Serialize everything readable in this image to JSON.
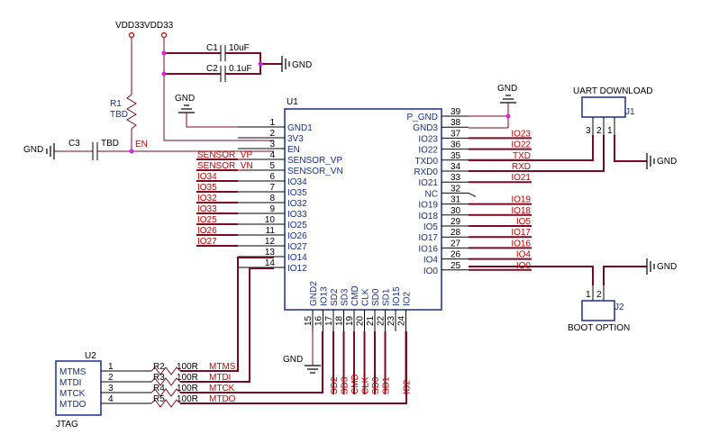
{
  "power": {
    "vdd_1": "VDD33",
    "vdd_2": "VDD33",
    "gnd": "GND"
  },
  "nets": {
    "en": "EN"
  },
  "components": {
    "r1": {
      "ref": "R1",
      "value": "TBD"
    },
    "c1": {
      "ref": "C1",
      "value": "10uF"
    },
    "c2": {
      "ref": "C2",
      "value": "0.1uF"
    },
    "c3": {
      "ref": "C3",
      "value": "TBD"
    },
    "u1": {
      "ref": "U1"
    },
    "j1": {
      "ref": "J1",
      "title": "UART DOWNLOAD",
      "pins": [
        "3",
        "2",
        "1"
      ]
    },
    "j2": {
      "ref": "J2",
      "title": "BOOT OPTION",
      "pins": [
        "1",
        "2"
      ]
    },
    "u2": {
      "ref": "U2",
      "title": "JTAG"
    }
  },
  "u1_left_pins": [
    {
      "num": "1",
      "name": "GND1",
      "net": ""
    },
    {
      "num": "2",
      "name": "3V3",
      "net": ""
    },
    {
      "num": "3",
      "name": "EN",
      "net": ""
    },
    {
      "num": "4",
      "name": "SENSOR_VP",
      "net": "SENSOR_VP"
    },
    {
      "num": "5",
      "name": "SENSOR_VN",
      "net": "SENSOR_VN"
    },
    {
      "num": "6",
      "name": "IO34",
      "net": "IO34"
    },
    {
      "num": "7",
      "name": "IO35",
      "net": "IO35"
    },
    {
      "num": "8",
      "name": "IO32",
      "net": "IO32"
    },
    {
      "num": "9",
      "name": "IO33",
      "net": "IO33"
    },
    {
      "num": "10",
      "name": "IO25",
      "net": "IO25"
    },
    {
      "num": "11",
      "name": "IO26",
      "net": "IO26"
    },
    {
      "num": "12",
      "name": "IO27",
      "net": "IO27"
    },
    {
      "num": "13",
      "name": "IO14",
      "net": ""
    },
    {
      "num": "14",
      "name": "IO12",
      "net": ""
    }
  ],
  "u1_right_pins": [
    {
      "num": "39",
      "name": "P_GND",
      "net": ""
    },
    {
      "num": "38",
      "name": "GND3",
      "net": ""
    },
    {
      "num": "37",
      "name": "IO23",
      "net": "IO23"
    },
    {
      "num": "36",
      "name": "IO22",
      "net": "IO22"
    },
    {
      "num": "35",
      "name": "TXD0",
      "net": "TXD"
    },
    {
      "num": "34",
      "name": "RXD0",
      "net": "RXD"
    },
    {
      "num": "33",
      "name": "IO21",
      "net": "IO21"
    },
    {
      "num": "32",
      "name": "NC",
      "net": ""
    },
    {
      "num": "31",
      "name": "IO19",
      "net": "IO19"
    },
    {
      "num": "30",
      "name": "IO18",
      "net": "IO18"
    },
    {
      "num": "29",
      "name": "IO5",
      "net": "IO5"
    },
    {
      "num": "28",
      "name": "IO17",
      "net": "IO17"
    },
    {
      "num": "27",
      "name": "IO16",
      "net": "IO16"
    },
    {
      "num": "26",
      "name": "IO4",
      "net": "IO4"
    },
    {
      "num": "25",
      "name": "IO0",
      "net": "IO0"
    }
  ],
  "u1_bottom_pins": [
    {
      "num": "15",
      "name": "GND2",
      "net": ""
    },
    {
      "num": "16",
      "name": "IO13",
      "net": ""
    },
    {
      "num": "17",
      "name": "SD2",
      "net": "SD2"
    },
    {
      "num": "18",
      "name": "SD3",
      "net": "SD3"
    },
    {
      "num": "19",
      "name": "CMD",
      "net": "CMD"
    },
    {
      "num": "20",
      "name": "CLK",
      "net": "CLK"
    },
    {
      "num": "21",
      "name": "SD0",
      "net": "SD0"
    },
    {
      "num": "22",
      "name": "SD1",
      "net": "SD1"
    },
    {
      "num": "23",
      "name": "IO15",
      "net": ""
    },
    {
      "num": "24",
      "name": "IO2",
      "net": "IO2"
    }
  ],
  "jtag": [
    {
      "pin": "1",
      "name": "MTMS",
      "res": "R2",
      "value": "100R",
      "net": "MTMS"
    },
    {
      "pin": "2",
      "name": "MTDI",
      "res": "R3",
      "value": "100R",
      "net": "MTDI"
    },
    {
      "pin": "3",
      "name": "MTCK",
      "res": "R4",
      "value": "100R",
      "net": "MTCK"
    },
    {
      "pin": "4",
      "name": "MTDO",
      "res": "R5",
      "value": "100R",
      "net": "MTDO"
    }
  ]
}
